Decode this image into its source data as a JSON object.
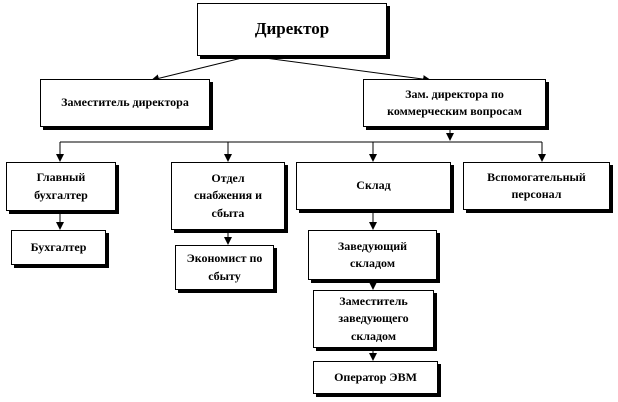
{
  "org_chart": {
    "director": "Директор",
    "deputy_director": "Заместитель директора",
    "deputy_commercial": "Зам. директора по коммерческим вопросам",
    "chief_accountant": "Главный бухгалтер",
    "supply_sales_dept": "Отдел снабжения и сбыта",
    "warehouse": "Склад",
    "support_staff": "Вспомогательный персонал",
    "accountant": "Бухгалтер",
    "sales_economist": "Экономист по сбыту",
    "warehouse_manager": "Заведующий складом",
    "deputy_warehouse_manager": "Заместитель заведующего складом",
    "computer_operator": "Оператор ЭВМ"
  },
  "colors": {
    "line": "#000000",
    "box_border": "#000000",
    "box_fill": "#ffffff",
    "background": "#ffffff"
  }
}
